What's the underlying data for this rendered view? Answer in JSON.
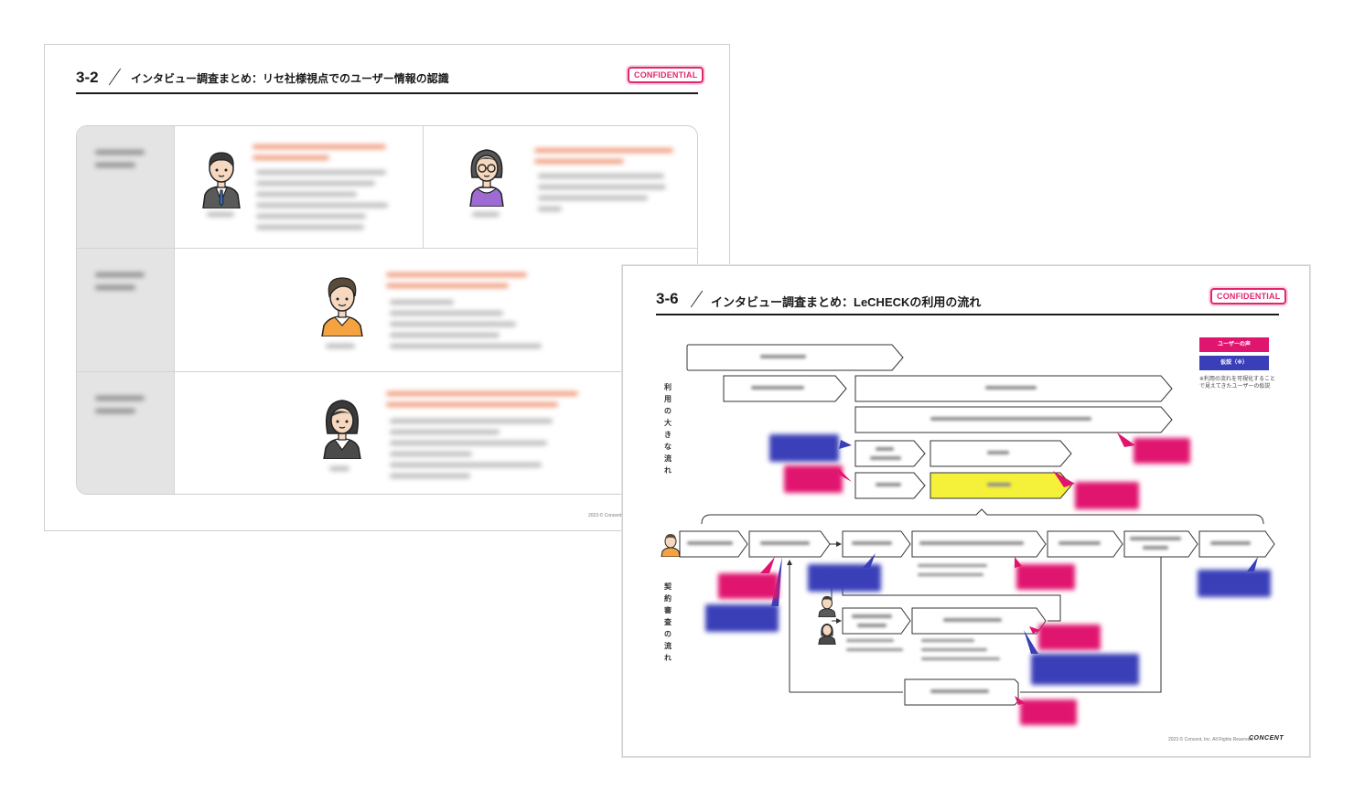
{
  "slide1": {
    "number": "3-2",
    "title": "インタビュー調査まとめ：リセ社様視点でのユーザー情報の認識",
    "badge": "CONFIDENTIAL",
    "footer": "2023 © Concent, I"
  },
  "slide2": {
    "number": "3-6",
    "title": "インタビュー調査まとめ：LeCHECKの利用の流れ",
    "badge": "CONFIDENTIAL",
    "legend": {
      "user_voice": "ユーザーの声",
      "hypothesis": "仮説（※）",
      "note": "※利用の流れを可視化することで見えてきたユーザーの仮説"
    },
    "vertical_label_top": "利用の大きな流れ",
    "vertical_label_bottom": "契約審査の流れ",
    "footer": "2023 © Concent, Inc. All Rights Reserved.",
    "brand": "CONCENT"
  },
  "colors": {
    "accent_pink": "#e0266f",
    "hypothesis_blue": "#3a3fb8",
    "highlight_yellow": "#f5f03a"
  }
}
